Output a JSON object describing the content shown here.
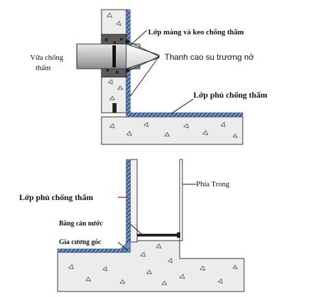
{
  "diagram": {
    "top": {
      "labels": {
        "membrane": "Lớp màng và keo chống thấm",
        "mortar_line1": "Vữa chống",
        "mortar_line2": "thấm",
        "rubber_bar": "Thanh cao su trương nở",
        "coating": "Lớp phủ chống thấm"
      }
    },
    "bottom": {
      "labels": {
        "inside": "Phía Trong",
        "coating": "Lớp phủ chống thấm",
        "waterstop": "Băng cản nước",
        "corner": "Gia cương góc"
      }
    },
    "colors": {
      "concrete": "#e9e9e9",
      "outline": "#333333",
      "membrane": "#6b8fc4",
      "pipe": "#bdbdbd",
      "mortar": "#5a5a5a",
      "accent_red": "#cc2222",
      "text": "#111111"
    }
  }
}
